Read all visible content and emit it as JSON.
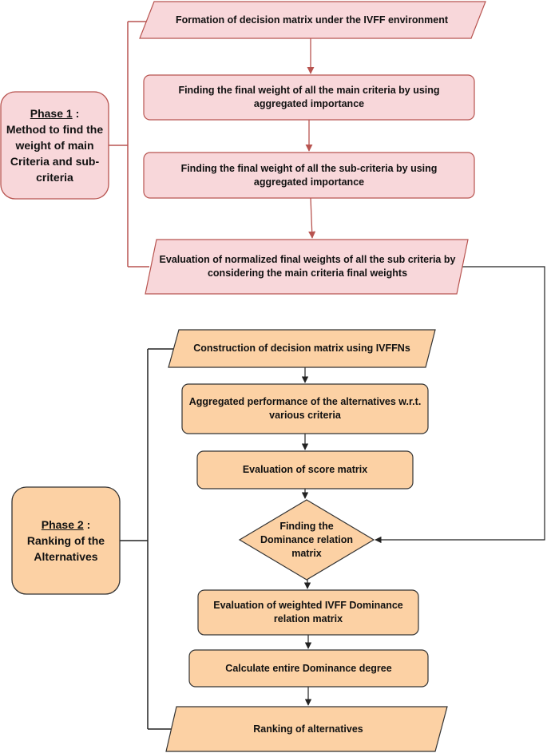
{
  "colors": {
    "phase1_fill": "#f8d7da",
    "phase1_stroke": "#b85450",
    "phase2_fill": "#fcd1a4",
    "phase2_stroke": "#333333",
    "connector1": "#b85450",
    "connector2": "#222222"
  },
  "phase1": {
    "heading": "Phase 1",
    "suffix": " :",
    "description": "Method to find the weight of main Criteria and sub-criteria",
    "steps": [
      "Formation of decision matrix under the IVFF environment",
      "Finding the final weight of all the main criteria by using aggregated importance",
      "Finding the final weight of all the sub-criteria by using aggregated importance",
      "Evaluation of normalized final weights of all the sub criteria by considering the main criteria final weights"
    ]
  },
  "phase2": {
    "heading": "Phase 2",
    "suffix": " :",
    "description": "Ranking of the Alternatives",
    "steps": [
      "Construction of decision matrix using IVFFNs",
      "Aggregated performance of the alternatives w.r.t. various criteria",
      "Evaluation of score matrix",
      "Finding the Dominance relation matrix",
      "Evaluation of weighted IVFF Dominance relation matrix",
      "Calculate entire Dominance degree",
      "Ranking of alternatives"
    ]
  }
}
